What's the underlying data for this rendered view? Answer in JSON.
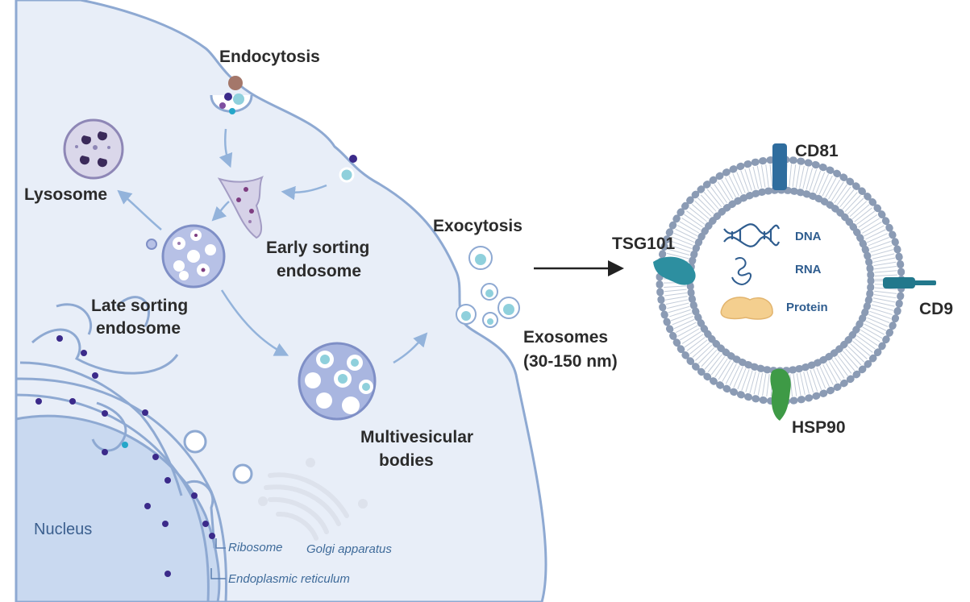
{
  "labels": {
    "endocytosis": "Endocytosis",
    "lysosome": "Lysosome",
    "early_sorting_1": "Early sorting",
    "early_sorting_2": "endosome",
    "late_sorting_1": "Late sorting",
    "late_sorting_2": "endosome",
    "exocytosis": "Exocytosis",
    "mvb_1": "Multivesicular",
    "mvb_2": "bodies",
    "exosomes_1": "Exosomes",
    "exosomes_2": "(30-150 nm)",
    "nucleus": "Nucleus",
    "ribosome": "Ribosome",
    "golgi": "Golgi apparatus",
    "er": "Endoplasmic reticulum"
  },
  "exosome": {
    "markers": {
      "cd81": "CD81",
      "tsg101": "TSG101",
      "cd9": "CD9",
      "hsp90": "HSP90"
    },
    "cargo": {
      "dna": "DNA",
      "rna": "RNA",
      "protein": "Protein"
    }
  },
  "colors": {
    "cell_fill": "#e8eef8",
    "membrane": "#8ea9d2",
    "arrow": "#93b3db",
    "nucleus_fill": "#c9d9f0",
    "vesicle_fill": "#a9b6e0",
    "lipid_head": "#8b9bb4",
    "cd81": "#2f6d9e",
    "tsg101": "#2d8fa0",
    "cd9": "#22788c",
    "hsp90": "#3e9a46",
    "protein": "#f4cf8f"
  }
}
